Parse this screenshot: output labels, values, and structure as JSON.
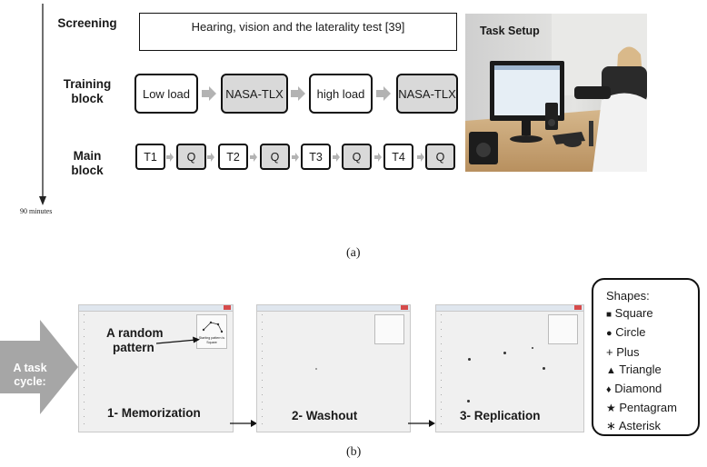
{
  "panel_a": {
    "rows": {
      "screening": "Screening",
      "training_line1": "Training",
      "training_line2": "block",
      "main_line1": "Main",
      "main_line2": "block"
    },
    "screening_box": "Hearing, vision and the laterality test [39]",
    "training_boxes": [
      "Low load",
      "NASA-TLX",
      "high load",
      "NASA-TLX"
    ],
    "main_boxes": [
      "T1",
      "Q",
      "T2",
      "Q",
      "T3",
      "Q",
      "T4",
      "Q"
    ],
    "time_label": "90 minutes",
    "photo_title": "Task Setup",
    "caption": "(a)"
  },
  "panel_b": {
    "cycle_line1": "A task",
    "cycle_line2": "cycle:",
    "pattern_line1": "A random",
    "pattern_line2": "pattern",
    "inset_text_line1": "Starting pattern is",
    "inset_text_line2": "Square",
    "screens": [
      "1- Memorization",
      "2- Washout",
      "3- Replication"
    ],
    "shapes_title": "Shapes:",
    "shapes": [
      {
        "symbol": "■",
        "name": "Square"
      },
      {
        "symbol": "●",
        "name": "Circle"
      },
      {
        "symbol": "+",
        "name": "Plus"
      },
      {
        "symbol": "▲",
        "name": "Triangle"
      },
      {
        "symbol": "♦",
        "name": "Diamond"
      },
      {
        "symbol": "★",
        "name": "Pentagram"
      },
      {
        "symbol": "∗",
        "name": "Asterisk"
      }
    ],
    "caption": "(b)"
  },
  "colors": {
    "box_grey": "#d9d9d9",
    "arrow_grey": "#b3b3b3",
    "cycle_arrow": "#a6a6a6"
  }
}
